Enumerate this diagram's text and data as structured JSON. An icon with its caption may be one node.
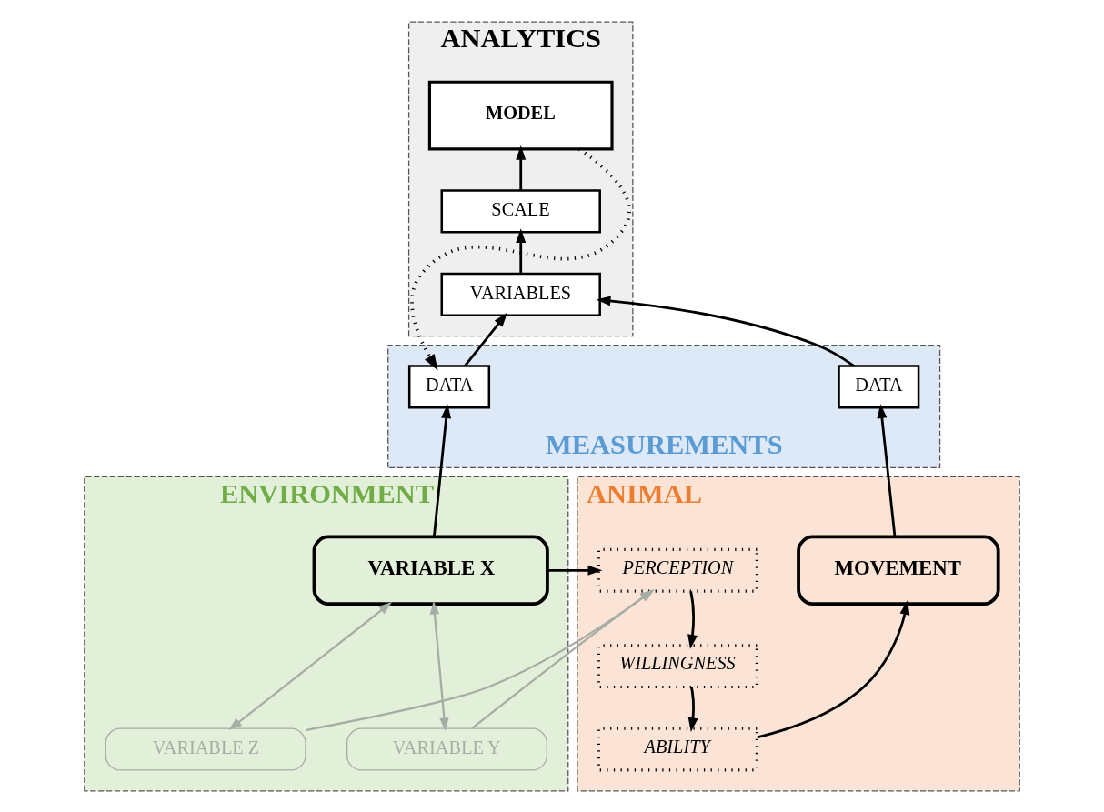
{
  "diagram": {
    "nodes": [
      {
        "text": [
          "ANALYTICS"
        ]
      },
      {
        "text": [
          "MODEL"
        ],
        "in": 0
      },
      {
        "text": [
          "SCALE"
        ],
        "in": 0
      },
      {
        "text": [
          "VARIABLES"
        ],
        "in": 0
      },
      {
        "text": [
          "MEASUREMENTS"
        ]
      },
      {
        "text": [
          "DATA"
        ],
        "in": 4
      },
      {
        "text": [
          "DATA"
        ],
        "in": 4
      },
      {
        "text": [
          "ENVIRONMENT"
        ]
      },
      {
        "text": [
          "VARIABLE X"
        ],
        "in": 7
      },
      {
        "text": [
          "VARIABLE Y"
        ],
        "in": 7
      },
      {
        "text": [
          "VARIABLE Z"
        ],
        "in": 7
      },
      {
        "text": [
          "ANIMAL"
        ]
      },
      {
        "text": [
          "PERCEPTION"
        ],
        "in": 11
      },
      {
        "text": [
          "WILLINGNESS"
        ],
        "in": 11
      },
      {
        "text": [
          "ABILITY"
        ],
        "in": 11
      },
      {
        "text": [
          "MOVEMENT"
        ],
        "in": 11
      }
    ],
    "edges": [
      {
        "from": 1,
        "to": 5,
        "arrow": "to",
        "style": "dashed"
      },
      {
        "from": 2,
        "to": 1,
        "arrow": "to"
      },
      {
        "from": 3,
        "to": 2,
        "arrow": "to"
      },
      {
        "from": 5,
        "to": 3,
        "arrow": "to"
      },
      {
        "from": 6,
        "to": 3,
        "arrow": "to"
      },
      {
        "from": 8,
        "to": 5,
        "arrow": "to"
      },
      {
        "from": 8,
        "to": 12,
        "arrow": "to"
      },
      {
        "from": 9,
        "to": 12,
        "arrow": "to",
        "color": "#a5ada5"
      },
      {
        "from": 10,
        "to": 12,
        "arrow": "to",
        "color": "#a5ada5"
      },
      {
        "from": 8,
        "to": 9,
        "arrow": "both",
        "color": "#a5ada5"
      },
      {
        "from": 8,
        "to": 10,
        "arrow": "both",
        "color": "#a5ada5"
      },
      {
        "from": 12,
        "to": 13,
        "arrow": "to"
      },
      {
        "from": 13,
        "to": 14,
        "arrow": "to"
      },
      {
        "from": 14,
        "to": 15,
        "arrow": "to"
      },
      {
        "from": 15,
        "to": 6,
        "arrow": "to"
      }
    ]
  }
}
